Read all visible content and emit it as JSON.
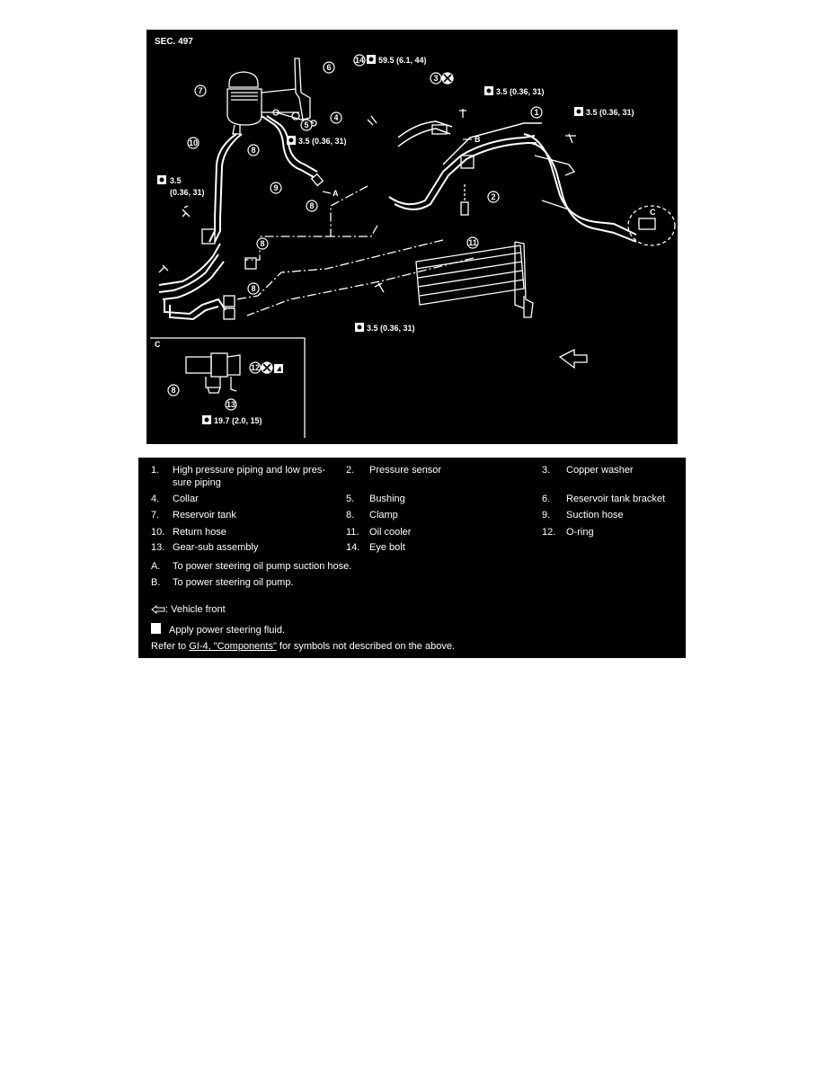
{
  "diagram": {
    "section_label": "SEC. 497",
    "torque_14": "59.5 (6.1, 44)",
    "torque_a": "3.5 (0.36, 31)",
    "torque_b": "3.5 (0.36, 31)",
    "torque_c": "3.5 (0.36, 31)",
    "torque_d_line1": "3.5",
    "torque_d_line2": "(0.36, 31)",
    "torque_e": "3.5 (0.36, 31)",
    "torque_inset": "19.7 (2.0, 15)",
    "inset_label": "C",
    "detail_marker": "C",
    "arrow_a": "A",
    "arrow_b": "B",
    "callouts": [
      "1",
      "2",
      "3",
      "4",
      "5",
      "6",
      "7",
      "8",
      "9",
      "10",
      "11",
      "12",
      "13",
      "14"
    ]
  },
  "legend": {
    "rows": [
      [
        {
          "num": "1.",
          "text": "High pressure piping and low pres-"
        },
        {
          "num": "2.",
          "text": "Pressure sensor"
        },
        {
          "num": "3.",
          "text": "Copper washer"
        }
      ],
      [
        {
          "num": "",
          "text": "sure piping"
        },
        {
          "num": "",
          "text": ""
        },
        {
          "num": "",
          "text": ""
        }
      ],
      [
        {
          "num": "4.",
          "text": "Collar"
        },
        {
          "num": "5.",
          "text": "Bushing"
        },
        {
          "num": "6.",
          "text": "Reservoir tank bracket"
        }
      ],
      [
        {
          "num": "7.",
          "text": "Reservoir tank"
        },
        {
          "num": "8.",
          "text": "Clamp"
        },
        {
          "num": "9.",
          "text": "Suction hose"
        }
      ],
      [
        {
          "num": "10.",
          "text": "Return hose"
        },
        {
          "num": "11.",
          "text": "Oil cooler"
        },
        {
          "num": "12.",
          "text": "O-ring"
        }
      ],
      [
        {
          "num": "13.",
          "text": "Gear-sub assembly"
        },
        {
          "num": "14.",
          "text": "Eye bolt"
        },
        {
          "num": "",
          "text": ""
        }
      ]
    ],
    "note_a_key": "A.",
    "note_a": "To power steering oil pump suction hose.",
    "note_b_key": "B.",
    "note_b": "To power steering oil pump.",
    "vehicle_front": ": Vehicle front",
    "apply_fluid": "Apply power steering fluid.",
    "refer_prefix": "Refer to ",
    "refer_link": "GI-4, \"Components\"",
    "refer_suffix": " for symbols not described on the above."
  }
}
